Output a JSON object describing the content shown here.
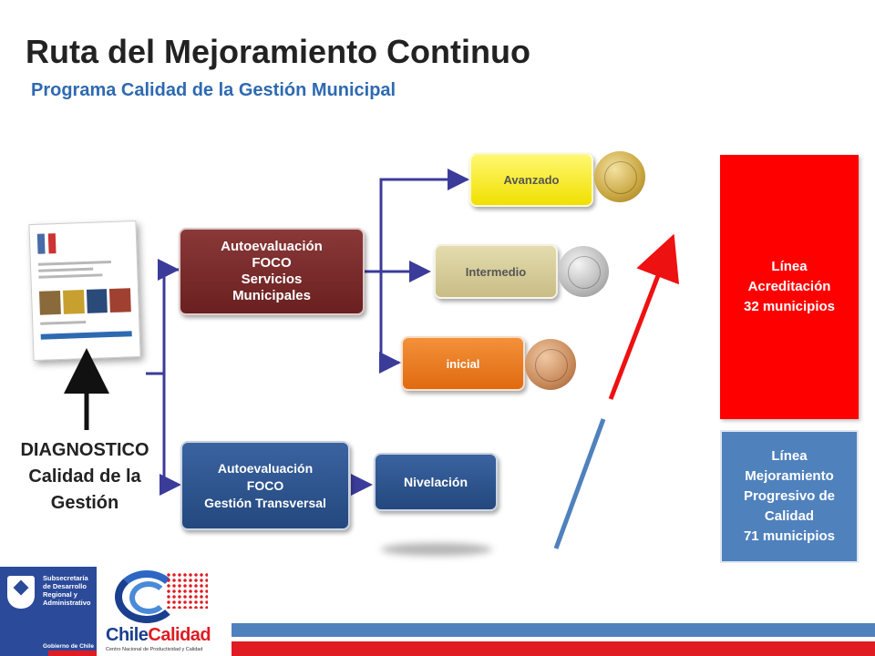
{
  "header": {
    "title": "Ruta del Mejoramiento Continuo",
    "subtitle": "Programa Calidad de la Gestión Municipal"
  },
  "diagnostic": {
    "label": "DIAGNOSTICO\nCalidad de la\nGestión"
  },
  "process_boxes": {
    "autoevaluacion_servicios": "Autoevaluación\nFOCO\nServicios\nMunicipales",
    "autoevaluacion_transversal": "Autoevaluación\nFOCO\nGestión Transversal",
    "nivelacion": "Nivelación"
  },
  "levels": {
    "avanzado": "Avanzado",
    "intermedio": "Intermedio",
    "inicial": "inicial"
  },
  "medals": [
    "gold-medal",
    "silver-medal",
    "bronze-medal"
  ],
  "side_boxes": {
    "acreditacion": "Línea\nAcreditación\n32 municipios",
    "mejoramiento": "Línea\nMejoramiento\nProgresivo de\nCalidad\n71 municipios"
  },
  "logos": {
    "gobierno_text": "Subsecretaría\nde Desarrollo\nRegional y\nAdministrativo",
    "gobierno_footer": "Gobierno de Chile",
    "chilecalidad_part1": "Chile",
    "chilecalidad_part2": "Calidad",
    "chilecalidad_sub": "Centro Nacional de Productividad y Calidad"
  },
  "colors": {
    "title_blue": "#2e6ab0",
    "foco_servicios": "#6a2020",
    "foco_transversal": "#24487e",
    "avanzado": "#f0e000",
    "intermedio": "#c9bd86",
    "inicial": "#e06a10",
    "acreditacion": "#ff0000",
    "mejoramiento": "#4f81bd",
    "connector": "#3b3b9a"
  }
}
